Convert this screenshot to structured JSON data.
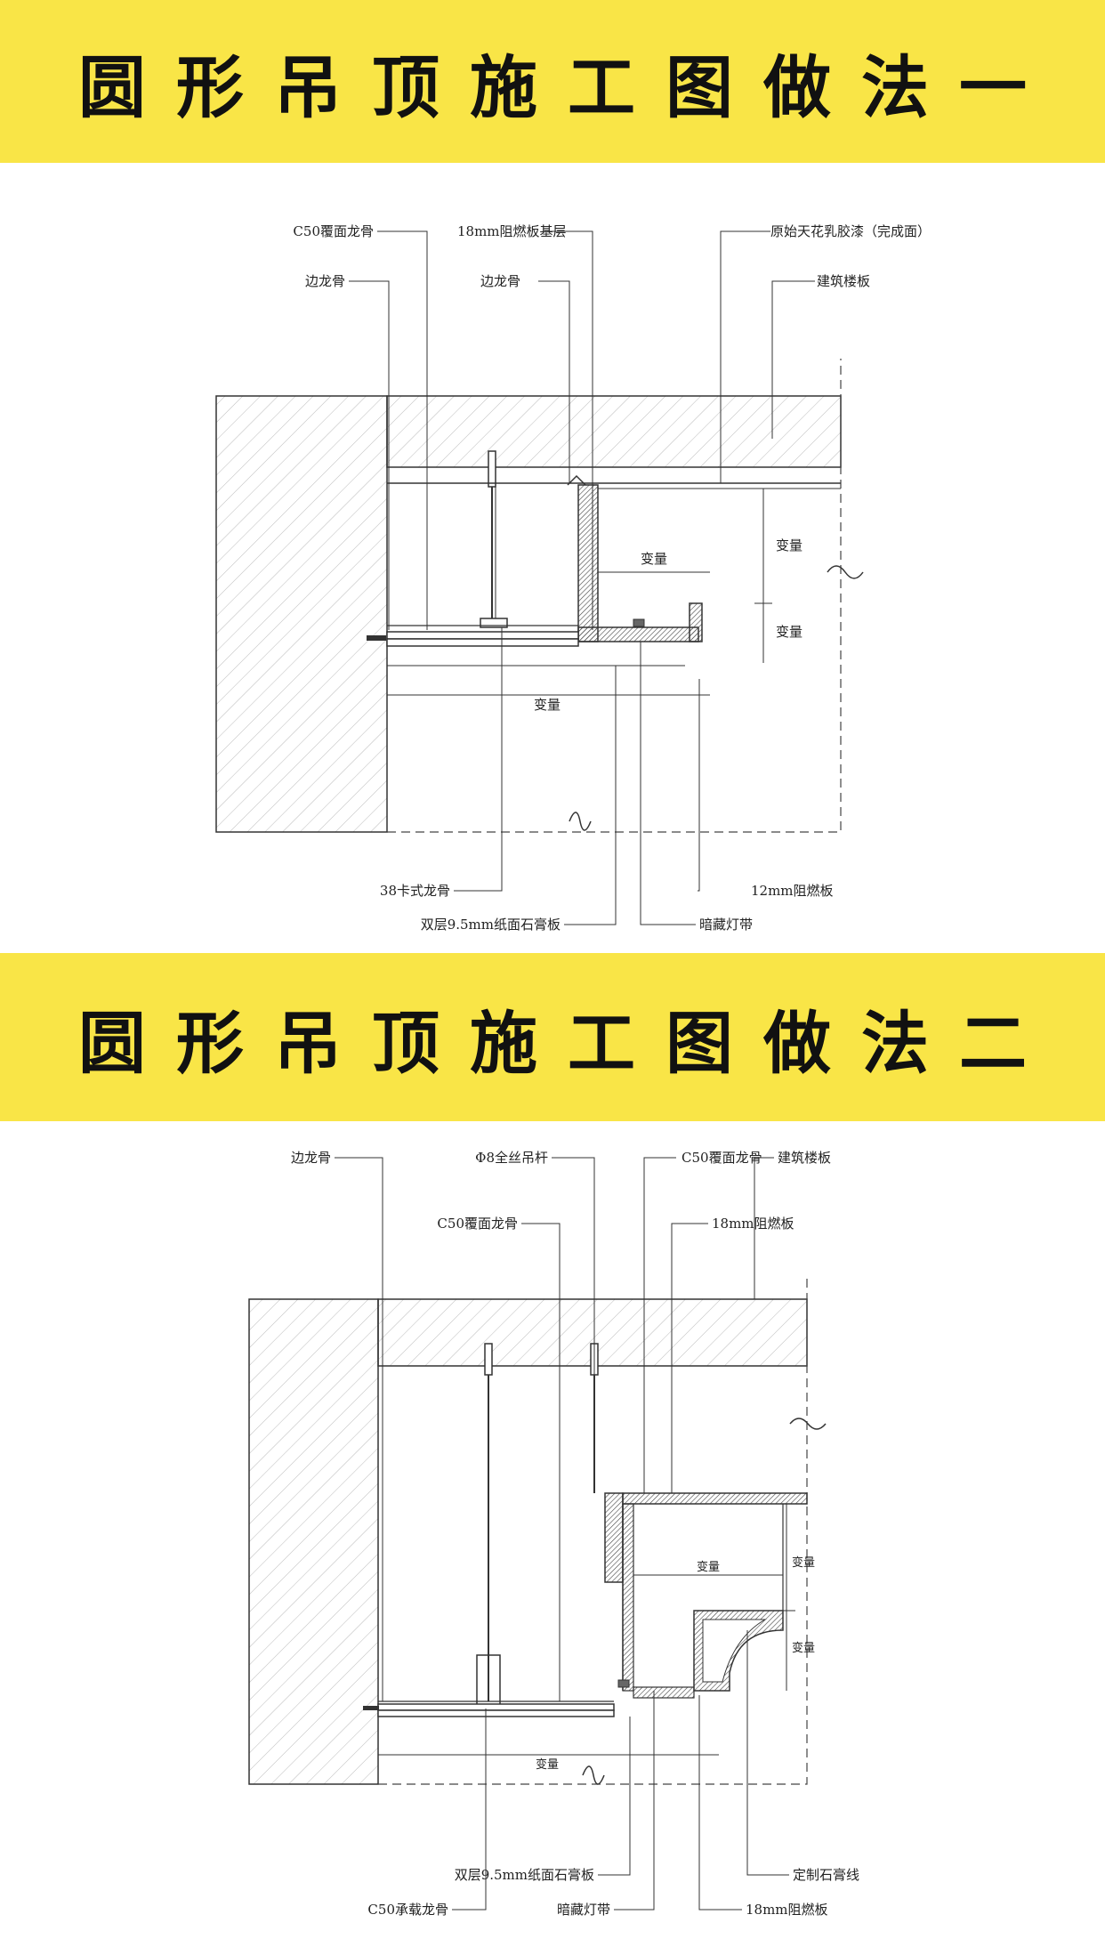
{
  "colors": {
    "banner": "#f9e547",
    "ink": "#111111",
    "line": "#333333"
  },
  "section1": {
    "title": "圆形吊顶施工图做法一",
    "labels": {
      "c50_cover_keel": "C50覆面龙骨",
      "board_base": "18mm阻燃板基层",
      "original_latex": "原始天花乳胶漆（完成面）",
      "side_keel_left": "边龙骨",
      "side_keel_mid": "边龙骨",
      "floor_slab": "建筑楼板",
      "variable_1": "变量",
      "variable_2": "变量",
      "variable_3": "变量",
      "variable_4": "变量",
      "clip_keel": "38卡式龙骨",
      "board_12": "12mm阻燃板",
      "gypsum_double": "双层9.5mm纸面石膏板",
      "hidden_light": "暗藏灯带"
    }
  },
  "section2": {
    "title": "圆形吊顶施工图做法二",
    "labels": {
      "side_keel": "边龙骨",
      "rod_8": "Φ8全丝吊杆",
      "c50_cover_keel_top": "C50覆面龙骨",
      "floor_slab": "建筑楼板",
      "c50_cover_keel_mid": "C50覆面龙骨",
      "board_18_top": "18mm阻燃板",
      "variable_1": "变量",
      "variable_2": "变量",
      "variable_3": "变量",
      "variable_4": "变量",
      "gypsum_double": "双层9.5mm纸面石膏板",
      "custom_gypsum_line": "定制石膏线",
      "c50_load_keel": "C50承载龙骨",
      "hidden_light": "暗藏灯带",
      "board_18_bottom": "18mm阻燃板"
    }
  }
}
